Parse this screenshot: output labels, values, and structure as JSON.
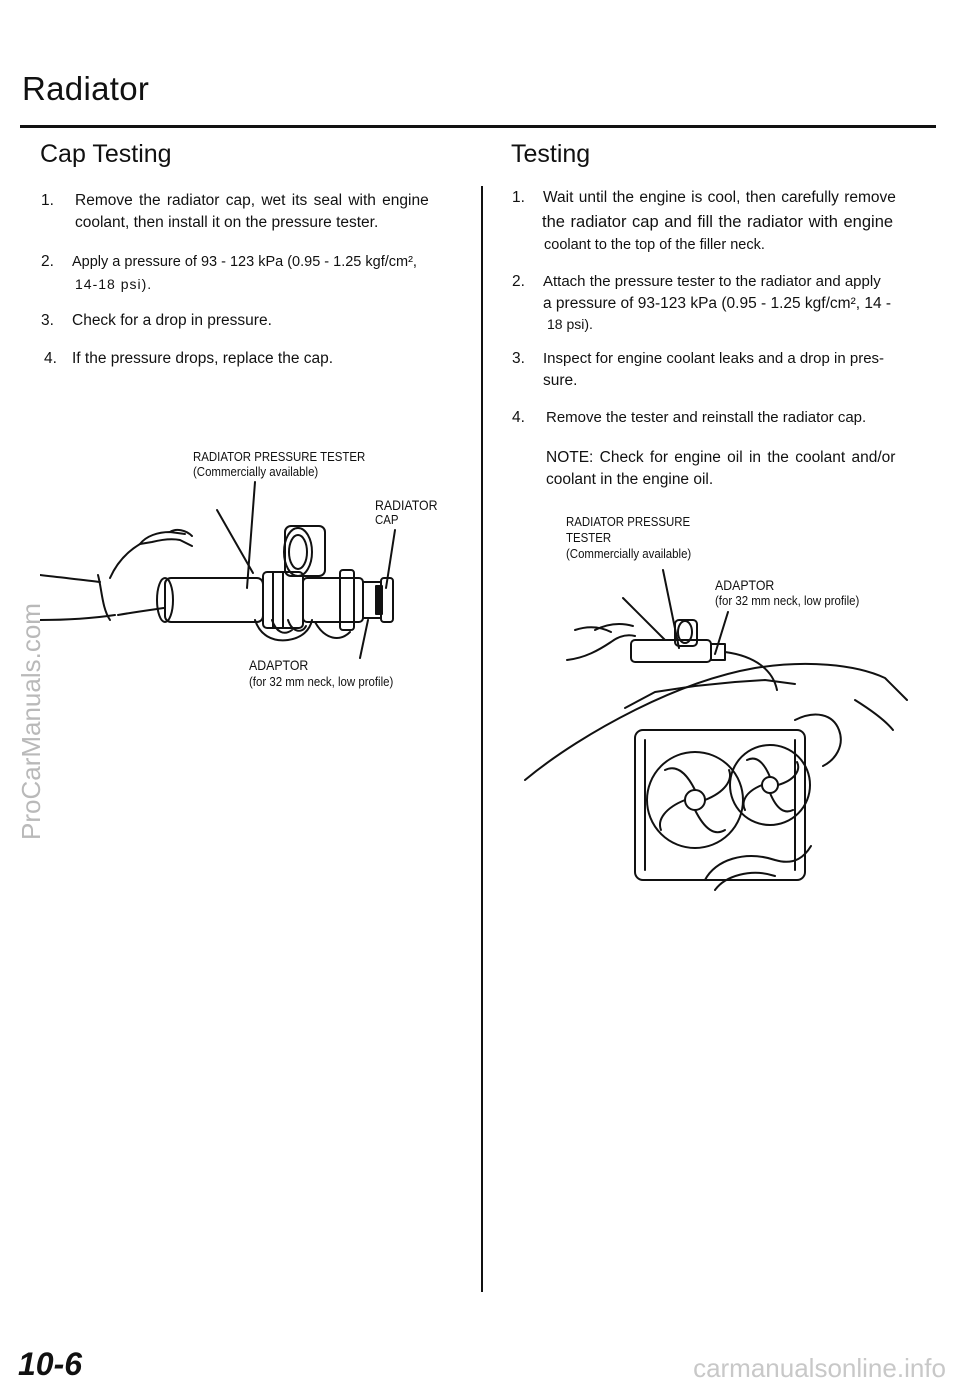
{
  "header": {
    "title": "Radiator"
  },
  "left": {
    "title": "Cap Testing",
    "steps": [
      {
        "num": "1.",
        "lines": [
          "Remove the radiator cap, wet its seal with engine",
          "coolant, then install it on the pressure tester."
        ]
      },
      {
        "num": "2.",
        "lines": [
          "Apply a pressure of 93 - 123 kPa (0.95 - 1.25 kgf/cm², ",
          "14-18 psi)."
        ]
      },
      {
        "num": "3.",
        "lines": [
          "Check for a drop in pressure."
        ]
      },
      {
        "num": "4.",
        "lines": [
          "If the pressure drops, replace the cap."
        ]
      }
    ],
    "figure": {
      "tester_label": "RADIATOR PRESSURE TESTER",
      "tester_sub": "(Commercially   available)",
      "cap_label": "RADIATOR",
      "cap_sub": "CAP",
      "adaptor_label": "ADAPTOR",
      "adaptor_sub": "(for 32 mm neck, low profile)"
    }
  },
  "right": {
    "title": "Testing",
    "steps": [
      {
        "num": "1.",
        "lines": [
          "Wait until the engine is cool, then carefully remove",
          "the radiator cap and fill the radiator with engine",
          "coolant to the top of the filler neck."
        ]
      },
      {
        "num": "2.",
        "lines": [
          "Attach the pressure tester to the radiator and apply",
          "a pressure of 93-123 kPa (0.95 - 1.25 kgf/cm², 14 -",
          "18 psi)."
        ]
      },
      {
        "num": "3.",
        "lines": [
          "Inspect for engine coolant leaks and a drop in pres-",
          "sure."
        ]
      },
      {
        "num": "4.",
        "lines": [
          "Remove the tester and reinstall the radiator cap."
        ]
      }
    ],
    "note": [
      "NOTE: Check for engine oil in the coolant and/or",
      "coolant in the engine oil."
    ],
    "figure": {
      "tester_label_1": "RADIATOR PRESSURE",
      "tester_label_2": "TESTER",
      "tester_sub": "(Commercially   available)",
      "adaptor_label": "ADAPTOR",
      "adaptor_sub": "(for 32 mm neck, low profile)"
    }
  },
  "footer": {
    "page_number": "10-6",
    "watermark_side": "ProCarManuals.com",
    "watermark_bottom": "carmanualsonline.info"
  }
}
